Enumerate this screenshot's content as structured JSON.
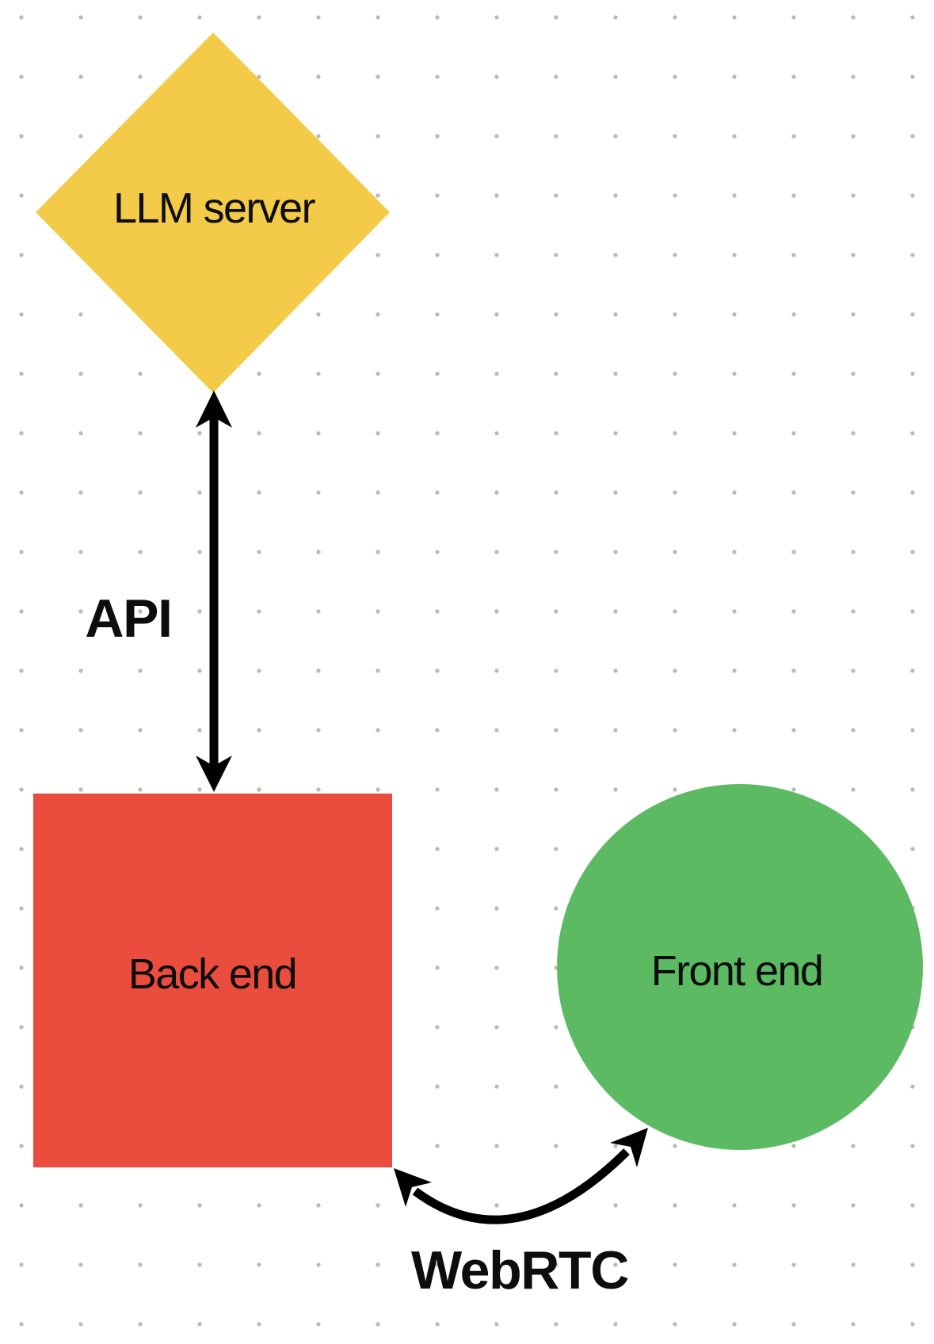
{
  "canvas": {
    "background": "#ffffff",
    "dot_color": "#b9b9b9"
  },
  "nodes": [
    {
      "id": "llm-server",
      "shape": "diamond",
      "label": "LLM server",
      "color": "#F4CB48",
      "text_color": "#0d0d0d"
    },
    {
      "id": "back-end",
      "shape": "square",
      "label": "Back end",
      "color": "#EA4C3D",
      "text_color": "#0d0d0d"
    },
    {
      "id": "front-end",
      "shape": "circle",
      "label": "Front end",
      "color": "#5CBA63",
      "text_color": "#0d0d0d"
    }
  ],
  "edges": [
    {
      "id": "api",
      "label": "API",
      "type": "double-headed-arrow",
      "from": "llm-server",
      "to": "back-end",
      "color": "#000000"
    },
    {
      "id": "webrtc",
      "label": "WebRTC",
      "type": "double-headed-arrow",
      "from": "back-end",
      "to": "front-end",
      "color": "#000000"
    }
  ]
}
